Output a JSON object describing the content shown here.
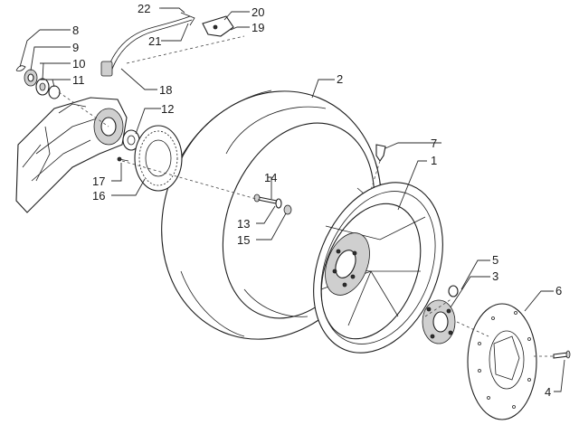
{
  "callouts": [
    {
      "id": "c1",
      "text": "1"
    },
    {
      "id": "c2",
      "text": "2"
    },
    {
      "id": "c3",
      "text": "3"
    },
    {
      "id": "c4",
      "text": "4"
    },
    {
      "id": "c5",
      "text": "5"
    },
    {
      "id": "c6",
      "text": "6"
    },
    {
      "id": "c7",
      "text": "7"
    },
    {
      "id": "c8",
      "text": "8"
    },
    {
      "id": "c9",
      "text": "9"
    },
    {
      "id": "c10",
      "text": "10"
    },
    {
      "id": "c11",
      "text": "11"
    },
    {
      "id": "c12",
      "text": "12"
    },
    {
      "id": "c13",
      "text": "13"
    },
    {
      "id": "c14",
      "text": "14"
    },
    {
      "id": "c15",
      "text": "15"
    },
    {
      "id": "c16",
      "text": "16"
    },
    {
      "id": "c17",
      "text": "17"
    },
    {
      "id": "c18",
      "text": "18"
    },
    {
      "id": "c19",
      "text": "19"
    },
    {
      "id": "c20",
      "text": "20"
    },
    {
      "id": "c21",
      "text": "21"
    },
    {
      "id": "c22",
      "text": "22"
    }
  ],
  "colors": {
    "line": "#1e1e1e",
    "background": "#ffffff"
  }
}
